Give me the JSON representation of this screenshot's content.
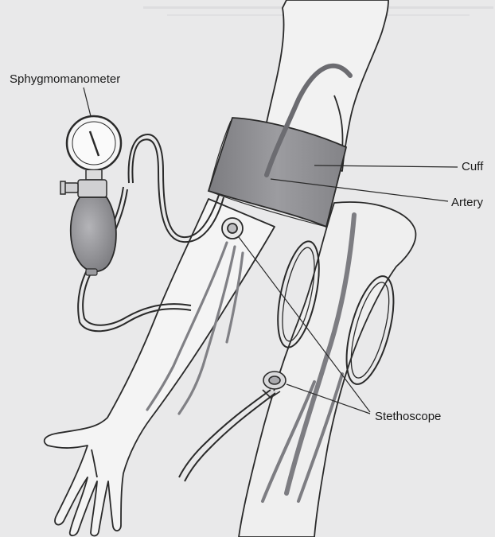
{
  "labels": {
    "sphygmomanometer": "Sphygmomanometer",
    "cuff": "Cuff",
    "artery": "Artery",
    "stethoscope": "Stethoscope"
  },
  "colors": {
    "background": "#e9e9ea",
    "skin": "#f1f1f1",
    "outline": "#2a2a2a",
    "cuff": "#8b8b8f",
    "vessel": "#7f7f84",
    "bulb": "#9a9a9e"
  }
}
